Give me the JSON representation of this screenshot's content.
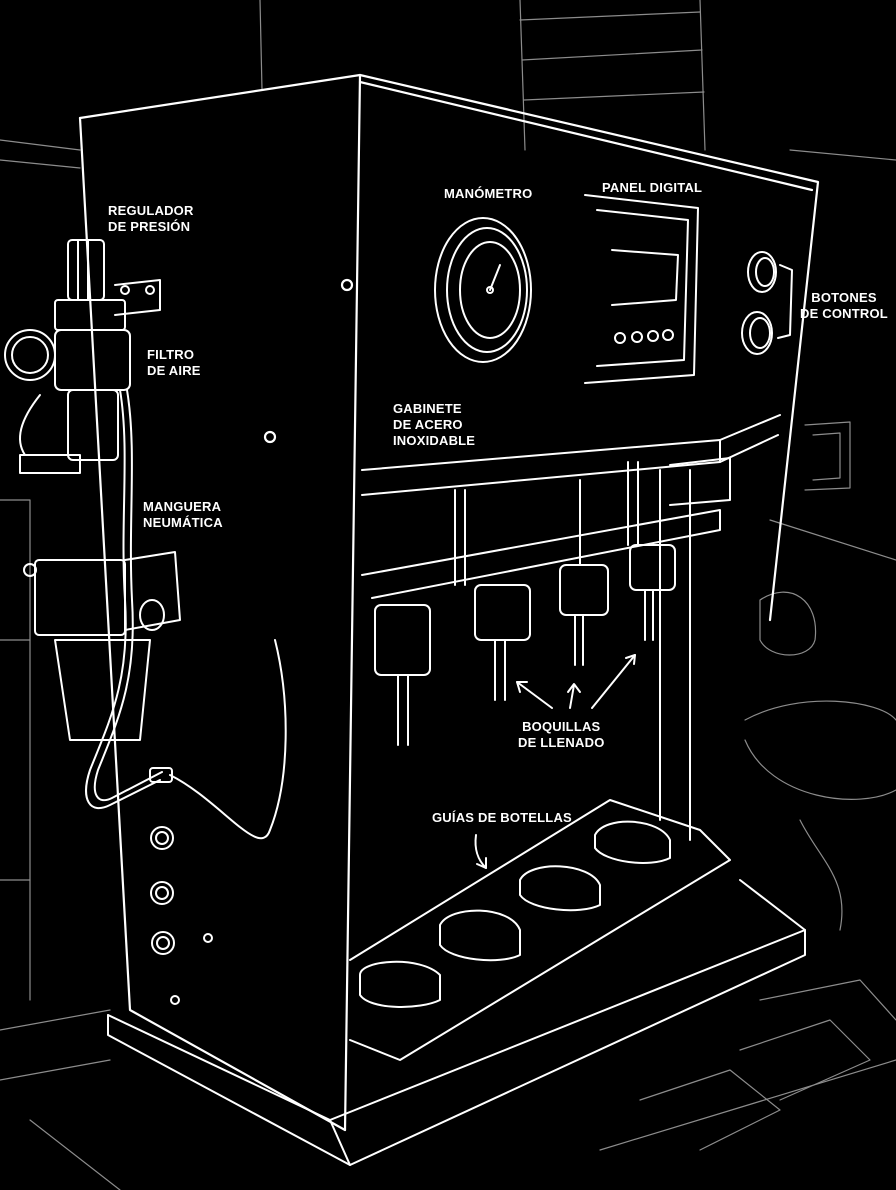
{
  "labels": {
    "regulador": [
      "REGULADOR",
      "DE PRESIÓN"
    ],
    "filtro": [
      "FILTRO",
      "DE AIRE"
    ],
    "manguera": [
      "MANGUERA",
      "NEUMÁTICA"
    ],
    "manometro": [
      "MANÓMETRO"
    ],
    "panel": [
      "PANEL DIGITAL"
    ],
    "botones": [
      "BOTONES",
      "DE CONTROL"
    ],
    "gabinete": [
      "GABINETE",
      "DE ACERO",
      "INOXIDABLE"
    ],
    "boquillas": [
      "BOQUILLAS",
      "DE LLENADO"
    ],
    "guias": [
      "GUÍAS DE BOTELLAS"
    ]
  },
  "colors": {
    "background": "#000000",
    "line": "#ffffff"
  },
  "icons": [
    "pressure-gauge-icon",
    "digital-panel-icon",
    "control-button-icon",
    "filling-nozzle-icon",
    "bottle-guide-icon",
    "air-filter-icon",
    "pressure-regulator-icon"
  ]
}
